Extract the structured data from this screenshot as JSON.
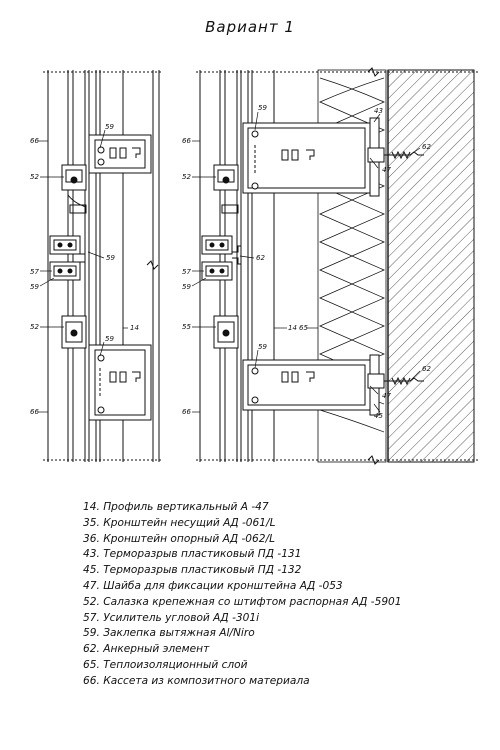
{
  "title": "Вариант 1",
  "callouts": {
    "left": {
      "c66a": "66",
      "c52a": "52",
      "c59a": "59",
      "c59b": "59",
      "c57": "57",
      "c59c": "59",
      "c52b": "52",
      "c14": "14",
      "c59d": "59",
      "c66b": "66"
    },
    "right": {
      "c66a": "66",
      "c52a": "52",
      "c59a": "59",
      "c43": "43",
      "c62a": "62",
      "c47a": "47",
      "c57": "57",
      "c59b": "59",
      "c62b": "62",
      "c55": "55",
      "c14": "14",
      "c65": "65",
      "c59c": "59",
      "c62c": "62",
      "c47b": "47",
      "c45": "45",
      "c66b": "66"
    }
  },
  "legend": [
    "14. Профиль вертикальный А -47",
    "35. Кронштейн несущий АД -061/L",
    "36. Кронштейн опорный АД -062/L",
    "43. Терморазрыв пластиковый ПД -131",
    "45. Терморазрыв пластиковый ПД -132",
    "47. Шайба для фиксации кронштейна АД -053",
    "52. Салазка крепежная со штифтом распорная АД -5901",
    "57. Усилитель угловой АД -301i",
    "59. Заклепка вытяжная Al/Niro",
    "62. Анкерный элемент",
    "65. Теплоизоляционный слой",
    "66. Кассета из композитного материала"
  ]
}
